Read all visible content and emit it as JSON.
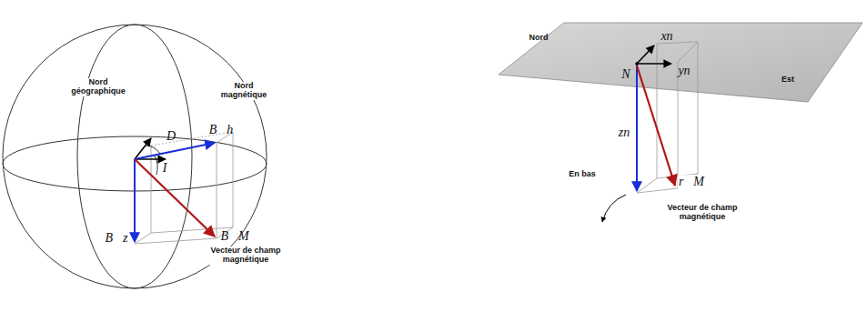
{
  "diagram": {
    "labels": [
      "Nord géographique",
      "Nord magnétique",
      "D",
      "B⃗h",
      "I",
      "B⃗z",
      "B⃗M",
      "Vecteur de champ magnétique",
      "Nord",
      "xn",
      "N",
      "yn",
      "Est",
      "zn",
      "En bas",
      "r⃗M",
      "Vecteur de champ magnétique"
    ]
  }
}
